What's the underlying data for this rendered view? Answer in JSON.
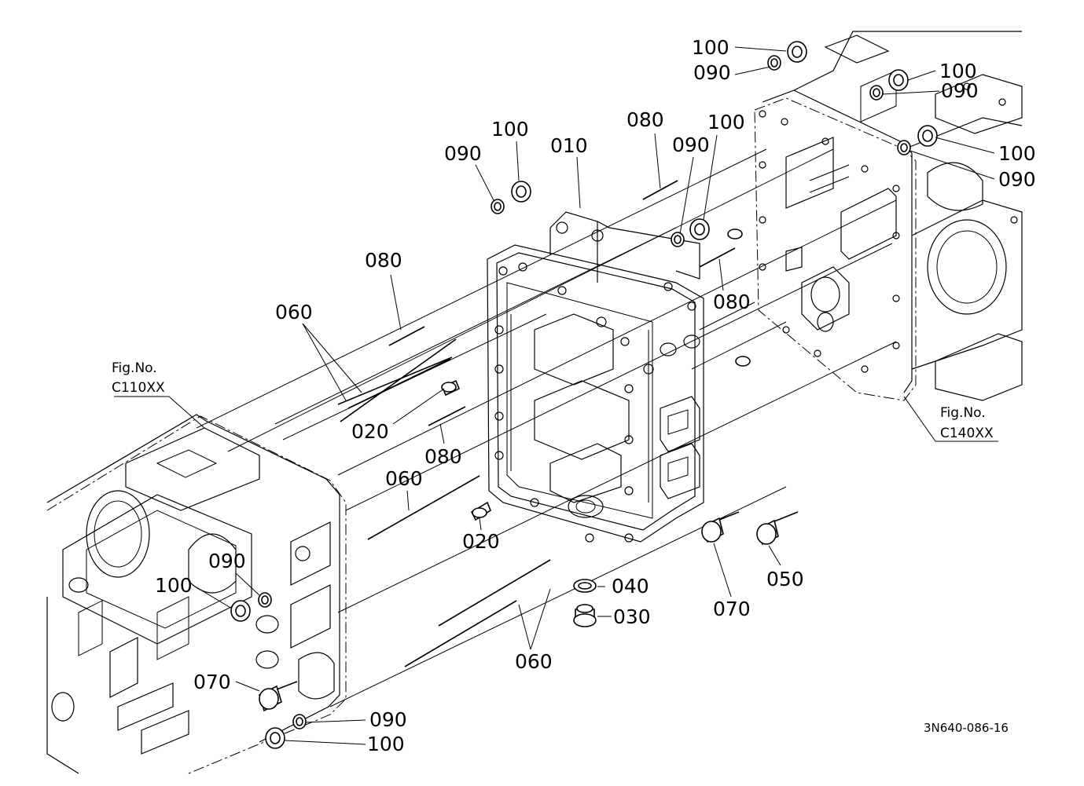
{
  "labels": {
    "p010": "010",
    "p020a": "020",
    "p020b": "020",
    "p030": "030",
    "p040": "040",
    "p050": "050",
    "p060a": "060",
    "p060b": "060",
    "p060c": "060",
    "p070a": "070",
    "p070b": "070",
    "p080a": "080",
    "p080b": "080",
    "p080c": "080",
    "p080d": "080",
    "p090a": "090",
    "p090b": "090",
    "p090c": "090",
    "p090d": "090",
    "p090e": "090",
    "p090f": "090",
    "p090g": "090",
    "p100a": "100",
    "p100b": "100",
    "p100c": "100",
    "p100d": "100",
    "p100e": "100",
    "p100f": "100",
    "p100g": "100"
  },
  "figure_refs": {
    "left": {
      "line1": "Fig.No.",
      "line2": "C110XX"
    },
    "right": {
      "line1": "Fig.No.",
      "line2": "C140XX"
    }
  },
  "drawing_code": "3N640-086-16"
}
